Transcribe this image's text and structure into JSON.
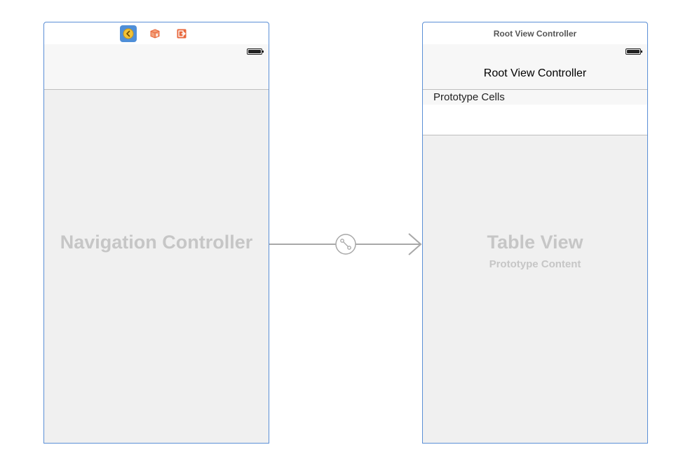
{
  "navigation_scene": {
    "dock_icons": [
      "back-chevron-icon",
      "cube-icon",
      "exit-icon"
    ],
    "placeholder_title": "Navigation Controller"
  },
  "root_scene": {
    "dock_title": "Root View Controller",
    "nav_title": "Root View Controller",
    "section_header": "Prototype Cells",
    "placeholder_title": "Table View",
    "placeholder_subtitle": "Prototype Content"
  },
  "segue": {
    "icon": "relationship-segue-icon"
  },
  "colors": {
    "selection_border": "#5b8fd6",
    "dock_selected": "#4f8fd8",
    "icon_orange": "#e8673c",
    "placeholder_text": "#c6c6c6",
    "segue_line": "#a8a8a8"
  }
}
